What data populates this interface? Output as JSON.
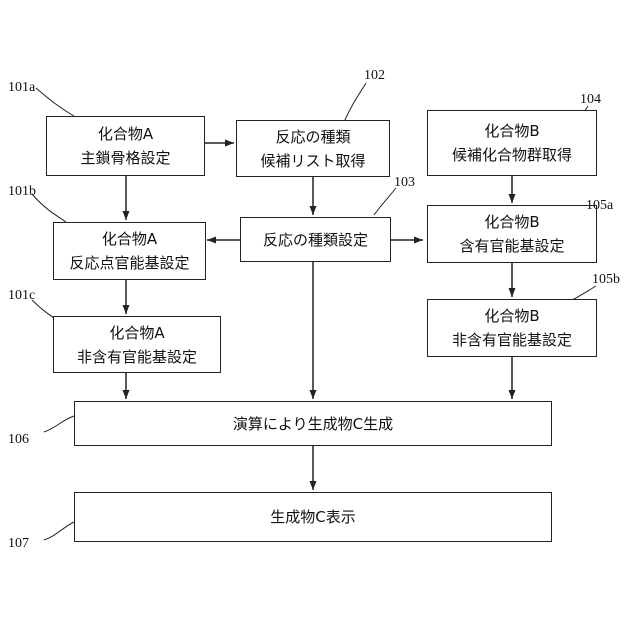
{
  "boxes": {
    "a_main": {
      "line1": "化合物A",
      "line2": "主鎖骨格設定"
    },
    "reaction_list": {
      "line1": "反応の種類",
      "line2": "候補リスト取得"
    },
    "b_candidates": {
      "line1": "化合物B",
      "line2": "候補化合物群取得"
    },
    "a_reaction": {
      "line1": "化合物A",
      "line2": "反応点官能基設定"
    },
    "reaction_set": {
      "line1": "反応の種類設定"
    },
    "b_contained": {
      "line1": "化合物B",
      "line2": "含有官能基設定"
    },
    "a_noncontained": {
      "line1": "化合物A",
      "line2": "非含有官能基設定"
    },
    "b_noncontained": {
      "line1": "化合物B",
      "line2": "非含有官能基設定"
    },
    "generate_c": {
      "line1": "演算により生成物C生成"
    },
    "display_c": {
      "line1": "生成物C表示"
    }
  },
  "refs": {
    "r101a": "101a",
    "r102": "102",
    "r104": "104",
    "r101b": "101b",
    "r103": "103",
    "r105a": "105a",
    "r101c": "101c",
    "r105b": "105b",
    "r106": "106",
    "r107": "107"
  },
  "colors": {
    "line": "#222222",
    "background": "#ffffff"
  }
}
